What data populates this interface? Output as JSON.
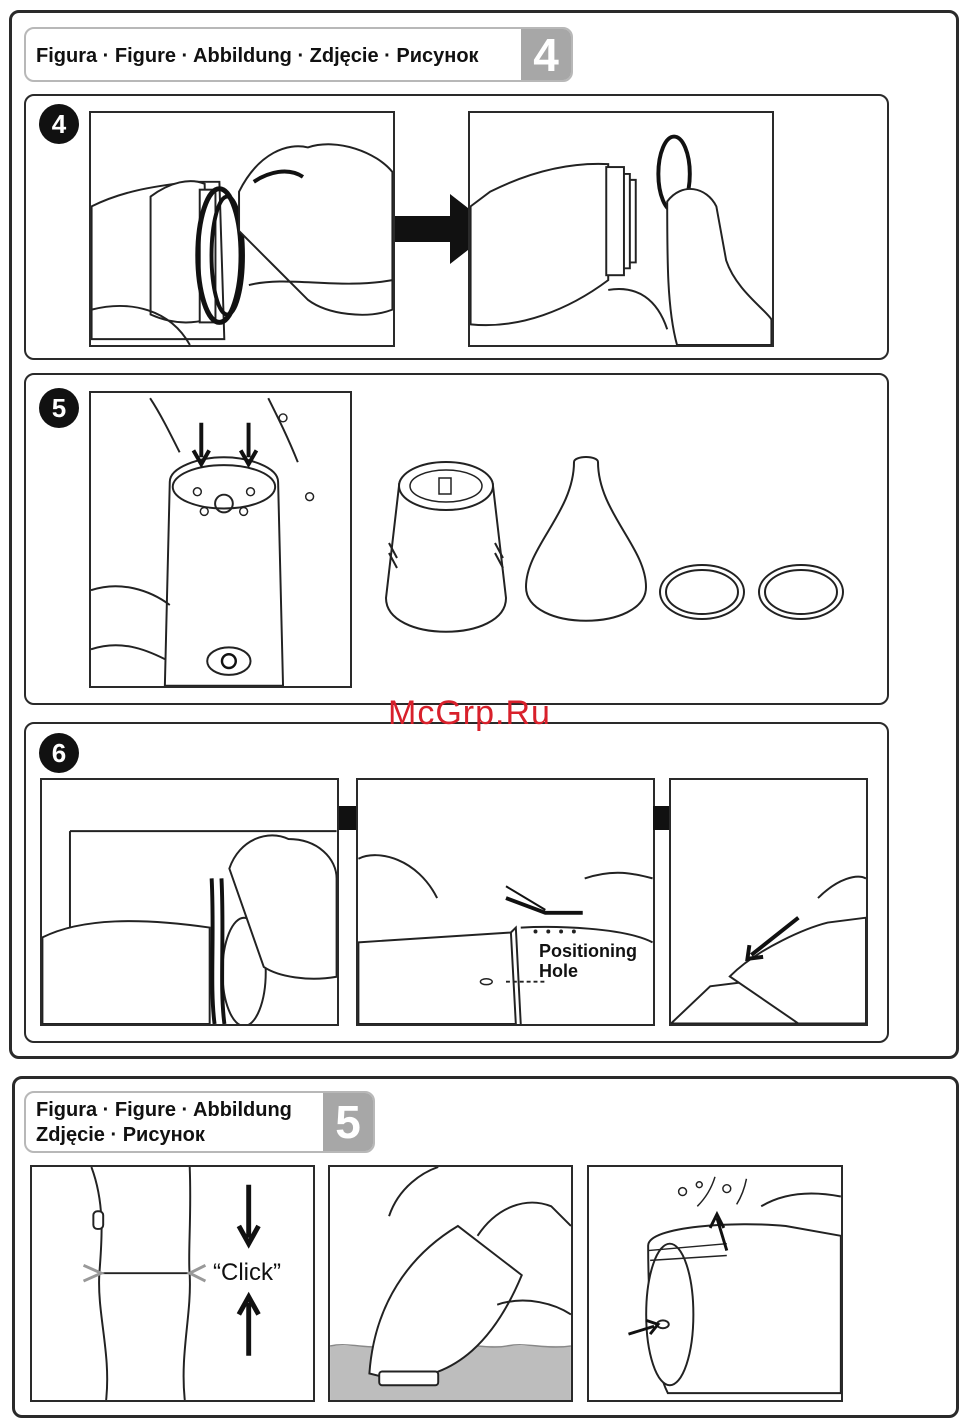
{
  "figure4": {
    "title": "Figura · Figure · Abbildung · Zdjęcie · Рисунок",
    "number": "4",
    "steps": [
      {
        "badge": "4"
      },
      {
        "badge": "5"
      },
      {
        "badge": "6",
        "positioning_label": "Positioning Hole"
      }
    ]
  },
  "figure5": {
    "title_line1": "Figura · Figure · Abbildung",
    "title_line2": "Zdjęcie · Рисунок",
    "number": "5",
    "click_label": "“Click”"
  },
  "watermark": "McGrp.Ru"
}
